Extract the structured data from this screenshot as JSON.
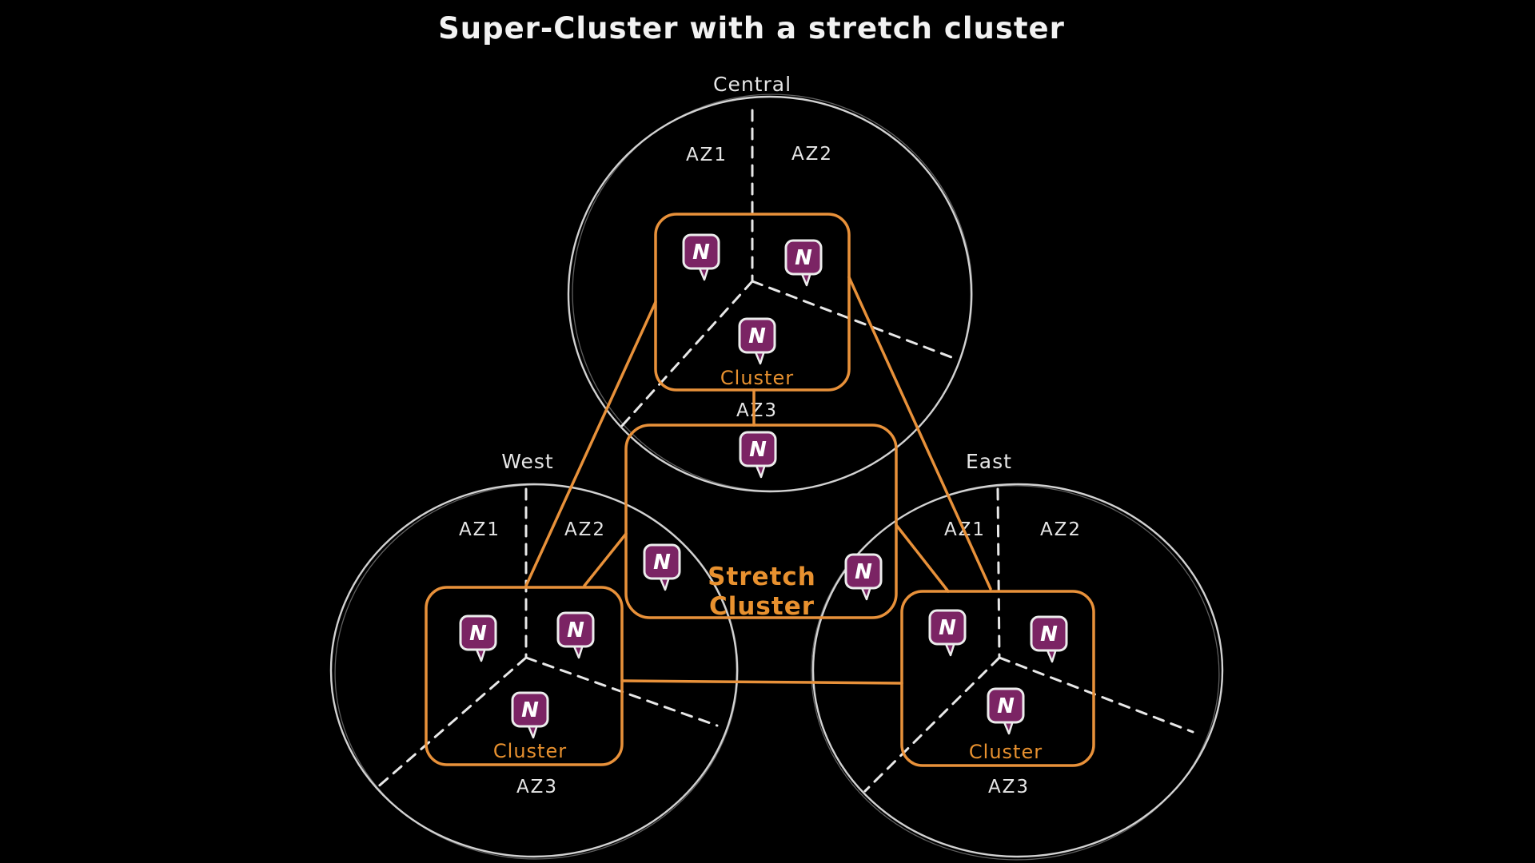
{
  "title": "Super-Cluster with a stretch cluster",
  "node_letter": "N",
  "az_labels": [
    "AZ1",
    "AZ2",
    "AZ3"
  ],
  "regions": [
    {
      "name": "Central",
      "cluster_label": "Cluster",
      "node_count": 3
    },
    {
      "name": "West",
      "cluster_label": "Cluster",
      "node_count": 3
    },
    {
      "name": "East",
      "cluster_label": "Cluster",
      "node_count": 3
    }
  ],
  "stretch_cluster": {
    "label": "Stretch Cluster",
    "label_lines": [
      "Stretch",
      "Cluster"
    ],
    "node_count": 3
  },
  "connections": [
    "Central - West cluster",
    "Central - East cluster",
    "Central - Stretch Cluster",
    "Stretch Cluster - West cluster",
    "Stretch Cluster - East cluster",
    "West cluster - East cluster"
  ],
  "colors": {
    "background": "#000000",
    "circle_stroke": "#d2d2d2",
    "dashed_stroke": "#e8e8e8",
    "cluster_stroke": "#e8913a",
    "cluster_label_color": "#e8912f",
    "node_fill": "#7b2464",
    "node_stroke": "#ececec",
    "node_letter_color": "#ffffff",
    "label_text": "#e6e6e6",
    "title_text": "#f2f2f2"
  }
}
